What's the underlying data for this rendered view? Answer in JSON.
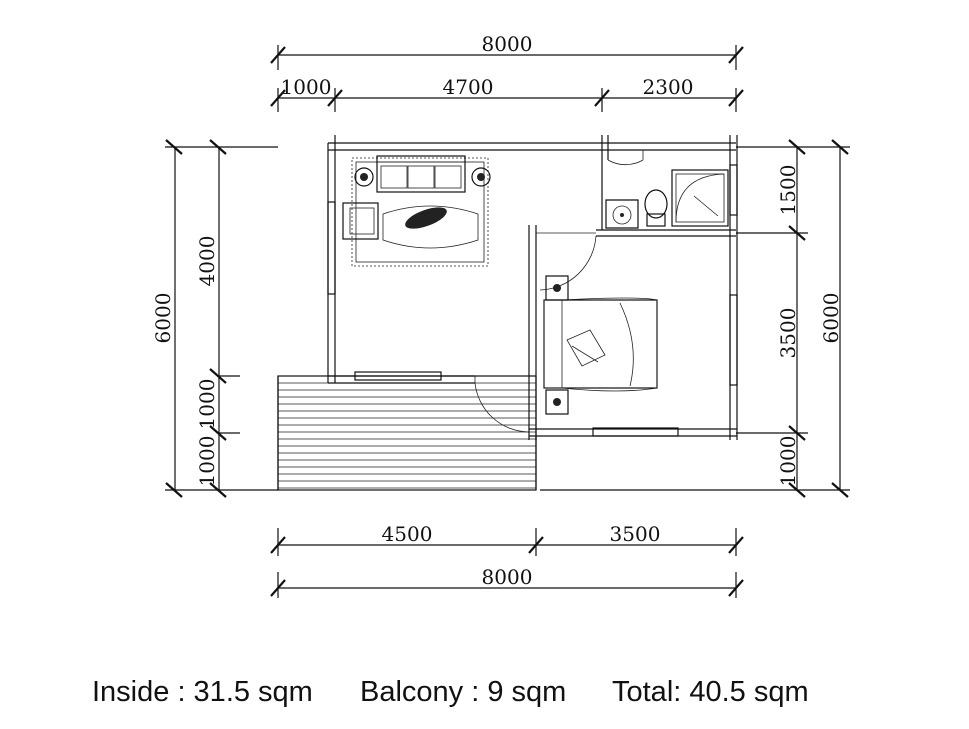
{
  "dimensions": {
    "top_total": "8000",
    "top_segments": [
      "1000",
      "4700",
      "2300"
    ],
    "bottom_segments": [
      "4500",
      "3500"
    ],
    "bottom_total": "8000",
    "left_total": "6000",
    "left_segments": [
      "4000",
      "1000",
      "1000"
    ],
    "right_segments": [
      "1500",
      "3500",
      "1000"
    ],
    "right_total": "6000"
  },
  "caption": {
    "inside": "Inside : 31.5 sqm",
    "balcony": "Balcony : 9 sqm",
    "total": "Total: 40.5 sqm"
  }
}
